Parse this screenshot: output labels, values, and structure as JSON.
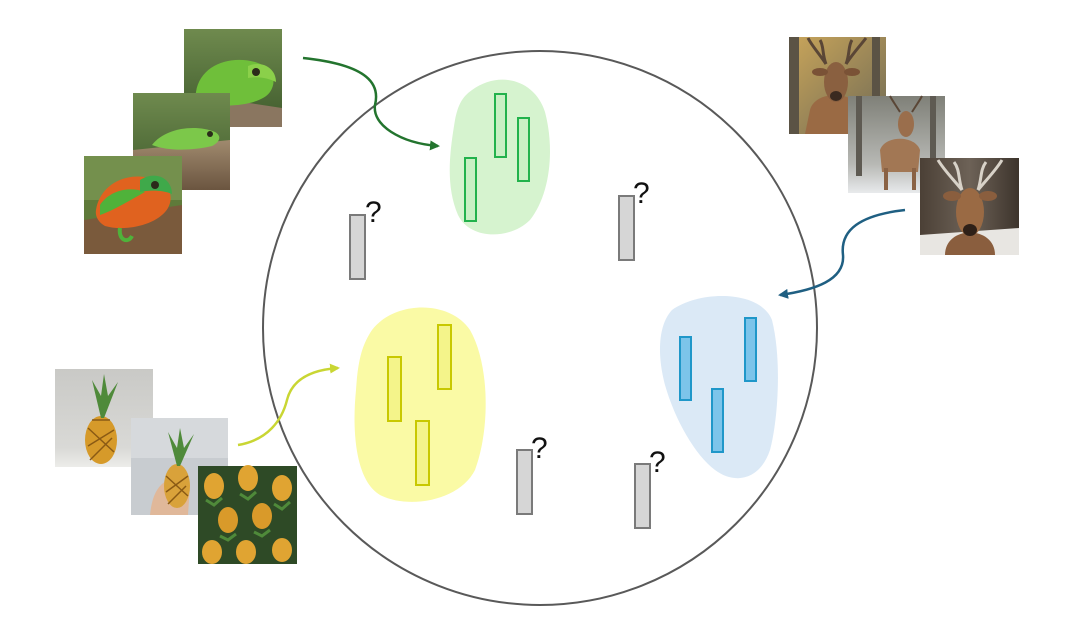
{
  "question_mark": "?",
  "colors": {
    "background": "#ffffff",
    "circle_stroke": "#595959",
    "green_stroke": "#22b24c",
    "green_fill": "#d6f3cf",
    "green_arrow": "#23742e",
    "yellow_stroke": "#c8c800",
    "yellow_fill": "#fafaa5",
    "yellow_arrow": "#c9d633",
    "blue_stroke": "#1f97c9",
    "blue_fill": "#dbe9f6",
    "blue_arrow": "#1f5f82",
    "gray_stroke": "#7a7a7a",
    "gray_fill": "#d6d6d6"
  },
  "groups": [
    {
      "id": "chameleon",
      "icon": "chameleon-photo-icon",
      "image_count": 3,
      "vector_count": 3
    },
    {
      "id": "deer",
      "icon": "deer-photo-icon",
      "image_count": 3,
      "vector_count": 3
    },
    {
      "id": "pineapple",
      "icon": "pineapple-photo-icon",
      "image_count": 3,
      "vector_count": 3
    }
  ],
  "unknown_vector_count": 4
}
